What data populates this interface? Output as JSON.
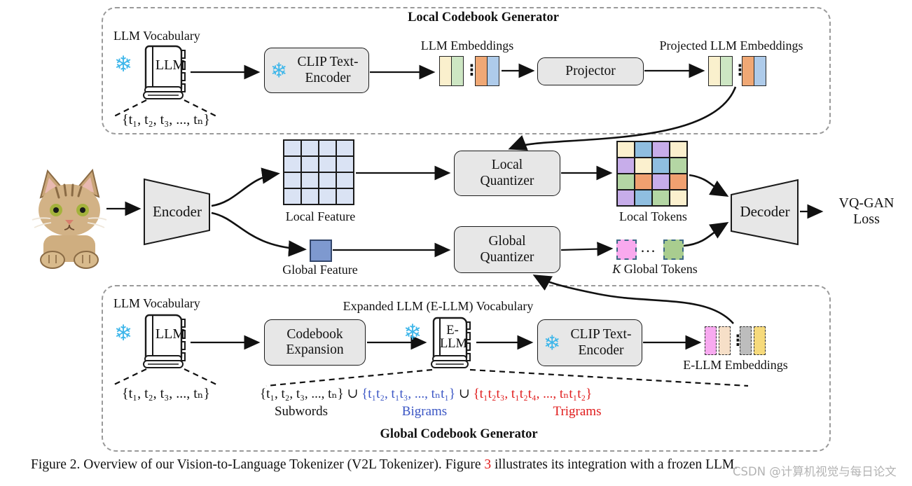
{
  "top_box": {
    "title": "Local Codebook Generator",
    "vocab_label": "LLM Vocabulary",
    "book_label": "LLM",
    "vocab_set": "{t₁, t₂, t₃, ..., tₙ}",
    "clip_label": "CLIP Text-Encoder",
    "embeddings_label": "LLM Embeddings",
    "projector_label": "Projector",
    "projected_label": "Projected LLM Embeddings",
    "embedding_pairs": [
      [
        "#FAF0CD",
        "#CDE6C3"
      ],
      [
        "#F0A875",
        "#AECBEA"
      ]
    ],
    "vdots": "⋮"
  },
  "middle": {
    "encoder_label": "Encoder",
    "decoder_label": "Decoder",
    "local_feature_label": "Local Feature",
    "global_feature_label": "Global Feature",
    "local_quantizer_label": "Local Quantizer",
    "global_quantizer_label": "Global Quantizer",
    "local_tokens_label": "Local Tokens",
    "k_label": "K",
    "global_tokens_label": "Global Tokens",
    "ellipsis": "...",
    "vqgan_label": "VQ-GAN Loss",
    "local_feature_cells": [
      "#DAE3F4",
      "#DAE3F4",
      "#DAE3F4",
      "#DAE3F4",
      "#DAE3F4",
      "#DAE3F4",
      "#DAE3F4",
      "#DAE3F4",
      "#DAE3F4",
      "#DAE3F4",
      "#DAE3F4",
      "#DAE3F4",
      "#DAE3F4",
      "#DAE3F4",
      "#DAE3F4",
      "#DAE3F4"
    ],
    "global_feature_color": "#7E99CF",
    "local_tokens_cells": [
      "#FBF0CE",
      "#8FBEE0",
      "#C7ADEA",
      "#FBF0CE",
      "#C7ADEA",
      "#FBF0CE",
      "#8FBEE0",
      "#B4D6A4",
      "#B4D6A4",
      "#F0A070",
      "#C7ADEA",
      "#F0A070",
      "#C7ADEA",
      "#8FBEE0",
      "#B4D6A4",
      "#FBF0CE"
    ],
    "global_token_colors": [
      "#F9A9EE",
      "#A9CD8F"
    ]
  },
  "bottom_box": {
    "title": "Global Codebook Generator",
    "vocab_label": "LLM Vocabulary",
    "book_label": "LLM",
    "vocab_set": "{t₁, t₂, t₃, ..., tₙ}",
    "codebook_expansion_label": "Codebook Expansion",
    "expanded_title": "Expanded LLM (E-LLM) Vocabulary",
    "ellm_book_label": "E-LLM",
    "clip_label": "CLIP Text-Encoder",
    "ellm_embeddings_label": "E-LLM Embeddings",
    "ellm_pairs": [
      [
        "#F8AAF0",
        "#F6DFC8"
      ],
      [
        "#BDBDBD",
        "#F6DA7C"
      ]
    ],
    "vdots": "⋮",
    "expanded_vocab": {
      "subwords": "{t₁, t₂, t₃, ..., tₙ}",
      "union1": " ∪ ",
      "bigrams": "{t₁t₂, t₁t₃, ..., tₙt₁}",
      "union2": " ∪ ",
      "trigrams": "{t₁t₂t₃, t₁t₂t₄, ..., tₙt₁t₂}",
      "subwords_label": "Subwords",
      "bigrams_label": "Bigrams",
      "trigrams_label": "Trigrams"
    }
  },
  "caption": {
    "prefix": "Figure 2. Overview of our Vision-to-Language Tokenizer (V2L Tokenizer). Figure ",
    "figure_ref": "3",
    "suffix": " illustrates its integration with a frozen LLM."
  },
  "watermark": "CSDN @计算机视觉与每日论文",
  "colors": {
    "snowflake": "#3db6ea",
    "bigram_text": "#3a55c4",
    "trigram_text": "#e01b1b",
    "box_fill": "#e7e7e7",
    "dashed_border": "#9a9a9a"
  }
}
